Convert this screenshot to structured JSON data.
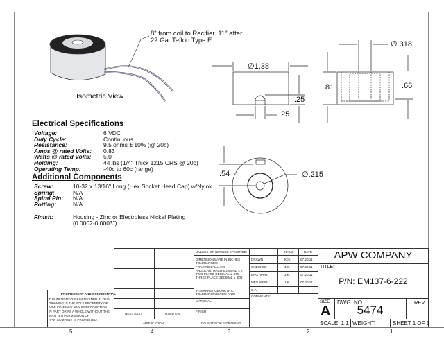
{
  "drawing": {
    "callout": [
      "8\" from coil to Recifier. 11\" after",
      "22 Ga. Teflon Type E"
    ],
    "isometric_label": "Isometric View",
    "dims": {
      "front_diameter": "1.38",
      "front_slot_height": ".25",
      "front_slot_width": ".25",
      "side_bore": ".318",
      "side_height": ".81",
      "side_depth": ".66",
      "top_offset": ".54",
      "top_hole": ".215"
    },
    "diameter_symbol": "∅"
  },
  "electrical": {
    "heading": "Electrical Specifications",
    "rows": [
      {
        "k": "Voltage:",
        "v": "6 VDC"
      },
      {
        "k": "Duty Cycle:",
        "v": "Continuous"
      },
      {
        "k": "Resistance:",
        "v": "9.5 ohms ± 10% (@ 20c)"
      },
      {
        "k": "Amps @ rated Volts:",
        "v": "0.83"
      },
      {
        "k": "Watts @ rated Volts:",
        "v": "5.0"
      },
      {
        "k": "Holding:",
        "v": "44 lbs (1/4\" Thick 1215 CRS @ 20c)"
      },
      {
        "k": "Operating Temp:",
        "v": "-40c to 60c (range)"
      }
    ]
  },
  "additional": {
    "heading": "Additional Components",
    "rows": [
      {
        "k": "Screw:",
        "v": "10-32 x 13/16\" Long (Hex Socket Head Cap) w/Nylok"
      },
      {
        "k": "Spring:",
        "v": "N/A"
      },
      {
        "k": "Spiral Pin:",
        "v": "N/A"
      },
      {
        "k": "Potting:",
        "v": "N/A"
      }
    ],
    "finish_label": "Finish:",
    "finish_value": [
      "Housing - Zinc or Electroless Nickel Plating",
      "(0.0002-0.0003\")"
    ]
  },
  "titleblock": {
    "proprietary_title": "PROPRIETARY AND CONFIDENTIAL",
    "proprietary_text": [
      "THE INFORMATION CONTAINED IN THIS",
      "DRAWING IS THE SOLE PROPERTY OF",
      "APW COMPANY.  ANY  REPRODUCTION",
      "IN PART OR AS A WHOLE WITHOUT THE",
      "WRITTEN PERMISSION OF",
      "APW COMPANY IS PROHIBITED."
    ],
    "next_assy": "NEXT ASSY",
    "used_on": "USED ON",
    "application": "APPLICATION",
    "unless": "UNLESS OTHERWISE SPECIFIED:",
    "tolerances": [
      "DIMENSIONS ARE IN INCHES",
      "TOLERANCES:",
      "FRACTIONAL ± .015",
      "ANGULAR: MACH ± 2   BEND ± 2",
      "TWO PLACE DECIMAL    ± .005",
      "THREE PLACE DECIMAL  ± .003"
    ],
    "interpret": [
      "INTERPRET GEOMETRIC",
      "TOLERANCING PER: ANSI"
    ],
    "material": "MATERIAL",
    "finish": "FINISH",
    "do_not_scale": "DO NOT SCALE DRAWING",
    "name_header": "NAME",
    "date_header": "DATE",
    "approvals": [
      {
        "role": "DRAWN",
        "name": "K.H.",
        "date": "07.20.11"
      },
      {
        "role": "CHECKED",
        "name": "J.K.",
        "date": "07.20.11"
      },
      {
        "role": "ENG APPR.",
        "name": "J.K.",
        "date": "07.20.11"
      },
      {
        "role": "MFG APPR.",
        "name": "J.K.",
        "date": "07.20.11"
      },
      {
        "role": "Q.A.",
        "name": "",
        "date": ""
      }
    ],
    "comments": "COMMENTS:",
    "company": "APW COMPANY",
    "title_label": "TITLE:",
    "part_number": "P/N: EM137-6-222",
    "size_label": "SIZE",
    "size": "A",
    "dwg_no_label": "DWG.  NO.",
    "dwg_no": "5474",
    "rev_label": "REV",
    "scale": "SCALE: 1:1",
    "weight": "WEIGHT:",
    "sheet": "SHEET 1 OF 1"
  },
  "zones": [
    "5",
    "4",
    "3",
    "2",
    "1"
  ]
}
